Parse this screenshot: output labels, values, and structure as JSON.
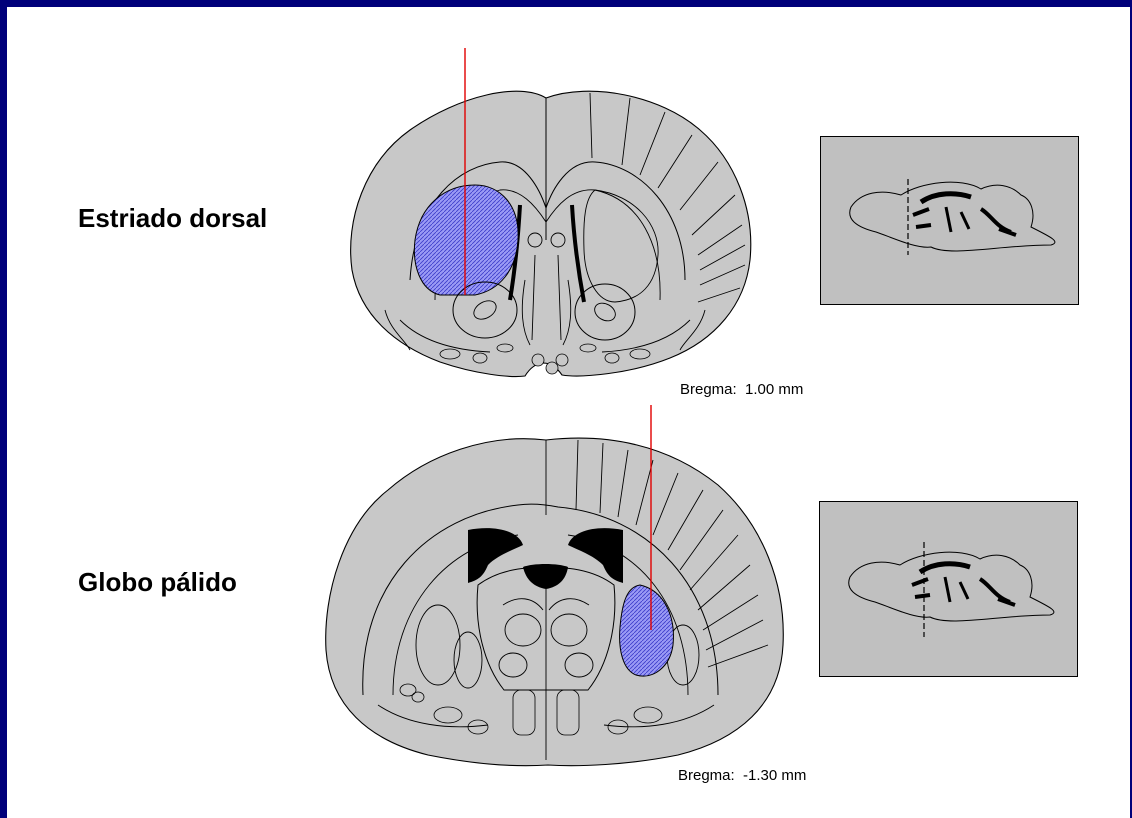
{
  "panels": [
    {
      "label": "Estriado dorsal",
      "bregma": "Bregma:  1.00 mm"
    },
    {
      "label": "Globo pálido",
      "bregma": "Bregma:  -1.30 mm"
    }
  ],
  "colors": {
    "frame": "#00007a",
    "tissue": "#c8c8c8",
    "highlight": "#8c8cf0",
    "probe": "#e00000",
    "inset_bg": "#c0c0c0"
  },
  "icons": [
    "coronal-section",
    "sagittal-inset",
    "probe-line"
  ]
}
